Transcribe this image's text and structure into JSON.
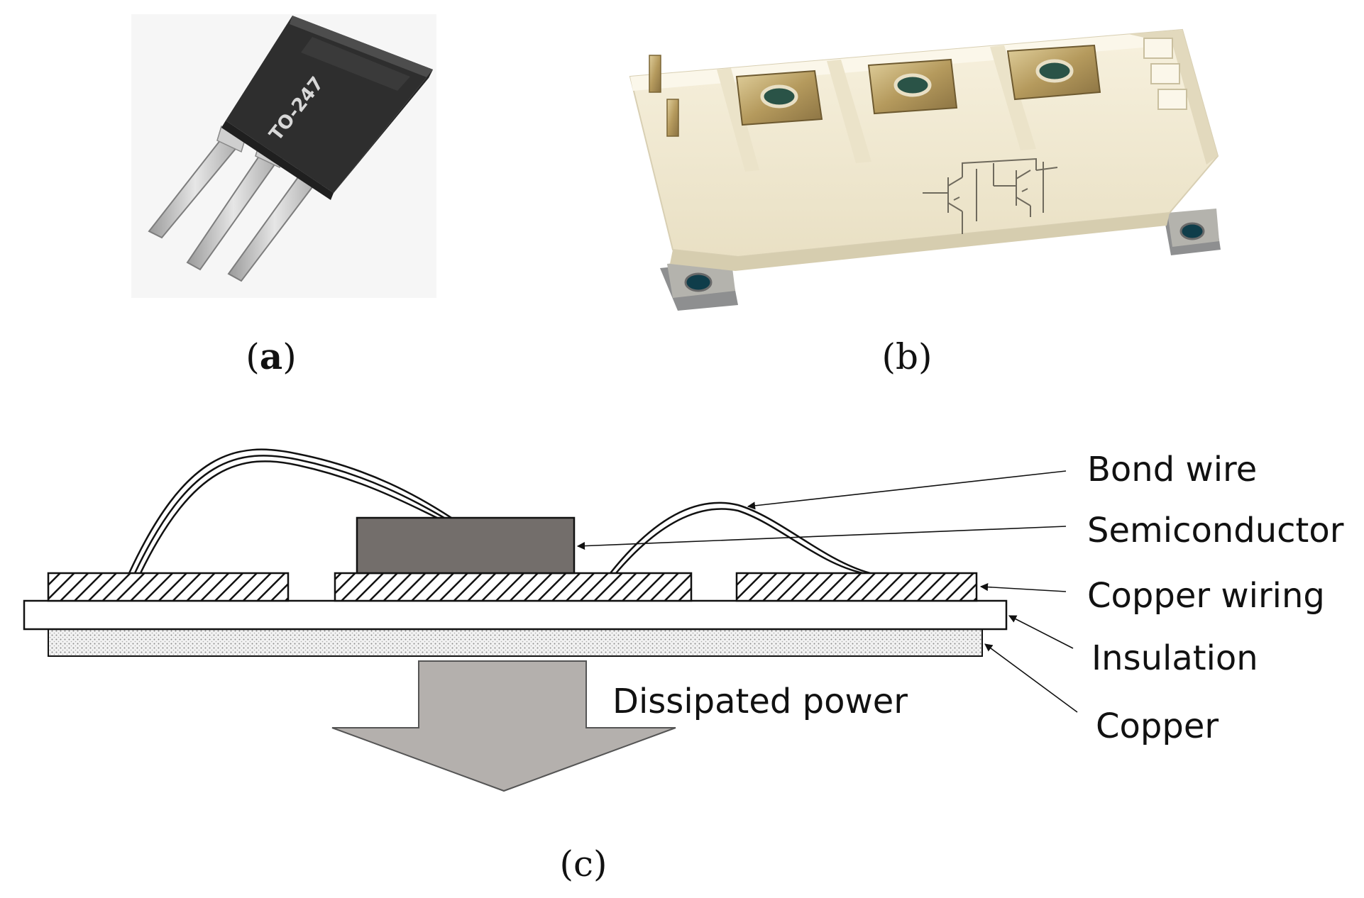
{
  "panel_a": {
    "package_text": "TO-247",
    "caption": "(a)"
  },
  "panel_b": {
    "caption": "(b)"
  },
  "panel_c": {
    "caption": "(c)",
    "arrow_label": "Dissipated power",
    "labels": [
      "Bond wire",
      "Semiconductor",
      "Copper wiring",
      "Insulation",
      "Copper"
    ]
  },
  "colors": {
    "package_body": "#333333",
    "module_body": "#f1ead4",
    "terminal_gold": "#b59a5d",
    "semiconductor": "#736e6b",
    "arrow_fill": "#b4b0ad"
  }
}
